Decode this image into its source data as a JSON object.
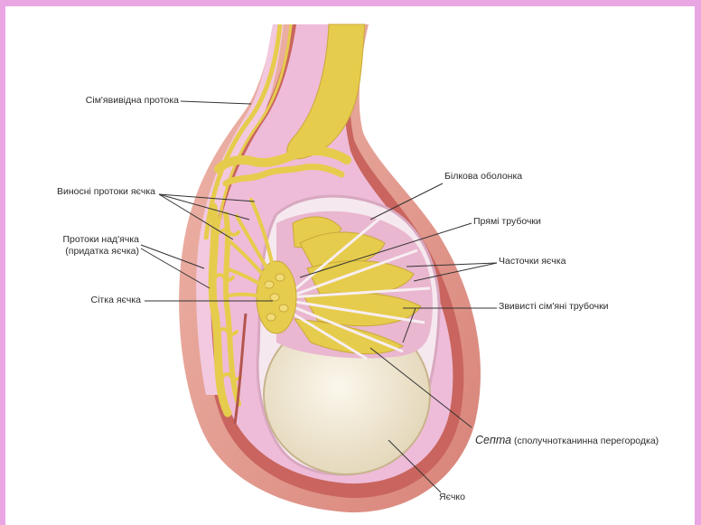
{
  "labels": {
    "vas_deferens": "Сім'явивідна протока",
    "efferent_ducts": "Виносні протоки яєчка",
    "epididymis_ducts_line1": "Протоки над'ячка",
    "epididymis_ducts_line2": "(придатка яєчка)",
    "rete_testis": "Сітка яєчка",
    "tunica_albuginea": "Білкова оболонка",
    "straight_tubules": "Прямі трубочки",
    "lobules": "Часточки яєчка",
    "seminiferous_tubules": "Звивисті сім'яні трубочки",
    "septum_word": "Септа",
    "septum_note": "(сполучнотканинна перегородка)",
    "testis": "Яєчко"
  },
  "colors": {
    "background_border": "#e9a6e3",
    "outer_skin": "#e7a39a",
    "scrotal_layer": "#c9655e",
    "pink_tissue": "#eebcd8",
    "yellow_structures": "#e6cc4c",
    "testis_cream": "#f3ecd9",
    "leader_line": "#333333"
  }
}
